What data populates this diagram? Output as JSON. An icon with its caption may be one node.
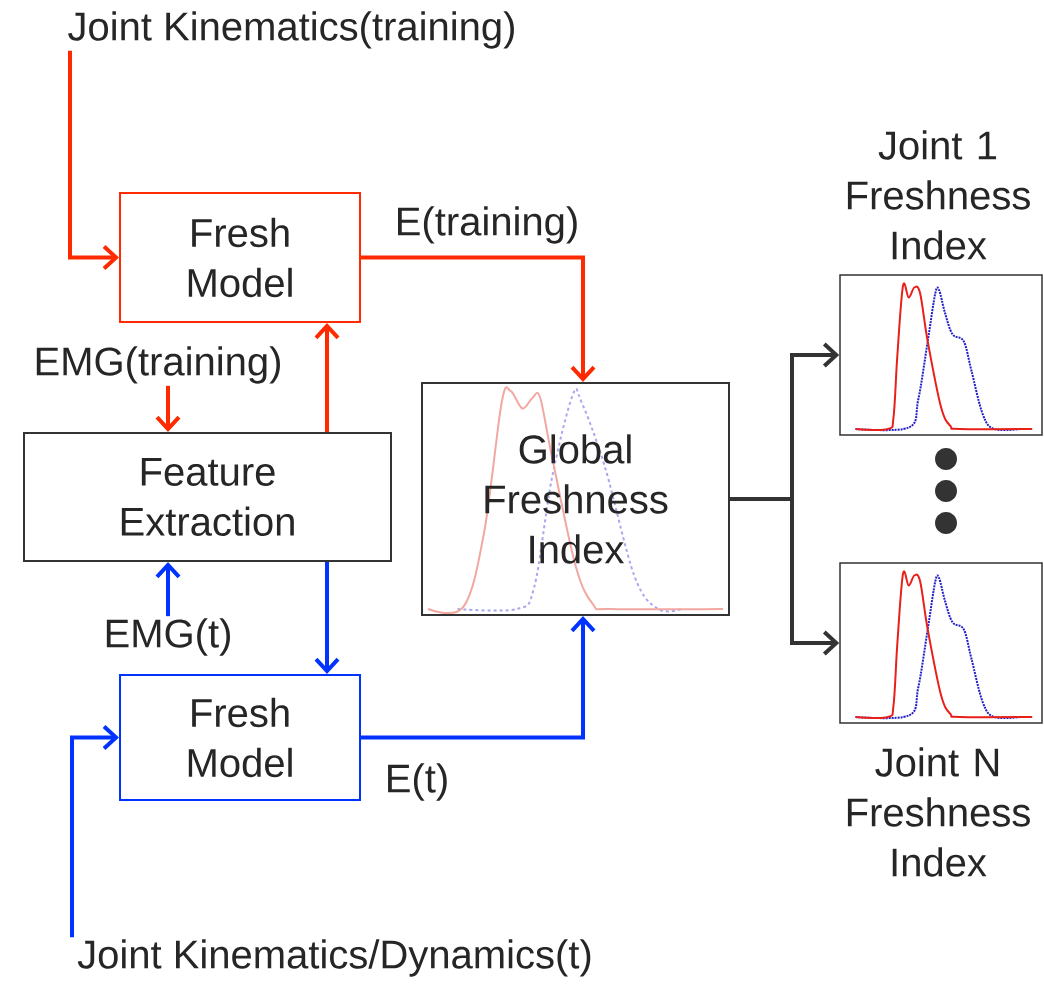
{
  "diagram": {
    "nodes": [
      {
        "text": [
          "Joint Kinematics(training)"
        ]
      },
      {
        "text": [
          "Fresh Model"
        ]
      },
      {
        "text": [
          "EMG(training)"
        ]
      },
      {
        "text": [
          "Feature Extraction"
        ]
      },
      {
        "text": [
          "EMG(t)"
        ]
      },
      {
        "text": [
          "Fresh Model"
        ]
      },
      {
        "text": [
          "Global Freshness Index"
        ]
      },
      {
        "text": [
          "Joint 1 Freshness Index"
        ]
      },
      {
        "text": [
          "Joint N Freshness Index"
        ]
      },
      {
        "text": [
          "Joint Kinematics/Dynamics(t)"
        ]
      }
    ],
    "edges": [
      {
        "from": 0,
        "to": 1,
        "arrow": "to",
        "color": "#ff2a00"
      },
      {
        "from": 1,
        "to": 6,
        "arrow": "to",
        "label": "E(training)",
        "color": "#ff2a00"
      },
      {
        "from": 2,
        "to": 3,
        "arrow": "to",
        "color": "#ff2a00"
      },
      {
        "from": 3,
        "to": 1,
        "arrow": "to",
        "color": "#ff2a00"
      },
      {
        "from": 4,
        "to": 3,
        "arrow": "to",
        "color": "#0033ff"
      },
      {
        "from": 3,
        "to": 5,
        "arrow": "to",
        "color": "#0033ff"
      },
      {
        "from": 9,
        "to": 5,
        "arrow": "to",
        "color": "#0033ff"
      },
      {
        "from": 5,
        "to": 6,
        "arrow": "to",
        "label": "E(t)",
        "color": "#0033ff"
      },
      {
        "from": 6,
        "to": 7,
        "arrow": "to",
        "color": "#333333"
      },
      {
        "from": 6,
        "to": 8,
        "arrow": "to",
        "color": "#333333"
      }
    ]
  }
}
